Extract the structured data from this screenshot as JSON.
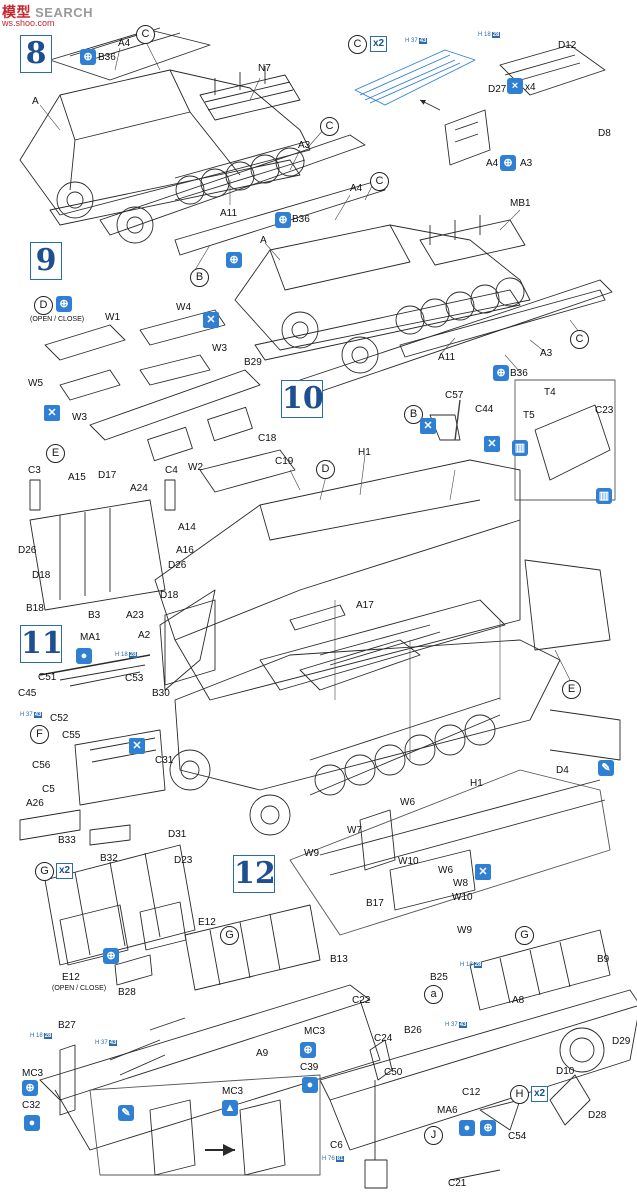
{
  "watermark": {
    "cn": "模型",
    "text": "SEARCH",
    "url": "ws.shoo.com"
  },
  "steps": [
    "8",
    "9",
    "10",
    "11",
    "12"
  ],
  "labels": {
    "s8": [
      "A4",
      "C",
      "B36",
      "N7",
      "A",
      "C",
      "A3",
      "A11",
      "B36",
      "B"
    ],
    "s8_sub": [
      "C",
      "x2",
      "H 37",
      "H 18",
      "D12",
      "D27",
      "x4",
      "D8",
      "A4",
      "A3"
    ],
    "s9": [
      "C",
      "A4",
      "A",
      "MB1",
      "A11",
      "A3",
      "B36",
      "C"
    ],
    "s10_left": [
      "D",
      "(OPEN / CLOSE)",
      "W1",
      "W4",
      "W5",
      "W3",
      "W3",
      "B29",
      "W2"
    ],
    "s10_mid": [
      "B",
      "C57",
      "C44",
      "T4",
      "T5",
      "C23",
      "C18",
      "C19",
      "D",
      "H1"
    ],
    "s10_lower": [
      "E",
      "C3",
      "A15",
      "D17",
      "A24",
      "C4",
      "A14",
      "D26",
      "D26",
      "A16",
      "D18",
      "D18",
      "B18",
      "B3",
      "A23",
      "A2",
      "A17",
      "E"
    ],
    "s11": [
      "MA1",
      "H 18",
      "C51",
      "C53",
      "C45",
      "H 37",
      "C52",
      "B30",
      "F",
      "C55",
      "C56",
      "C31",
      "C5",
      "A26",
      "B33",
      "B32"
    ],
    "s11_g": [
      "G",
      "x2",
      "D31",
      "D23",
      "E12",
      "E12",
      "(OPEN / CLOSE)"
    ],
    "s12": [
      "D4",
      "H1",
      "W6",
      "W7",
      "W9",
      "W10",
      "W6",
      "W8",
      "B17",
      "W10",
      "W9"
    ],
    "bottom": [
      "G",
      "B13",
      "a",
      "G",
      "B9",
      "B28",
      "C22",
      "B25",
      "H 18",
      "A8",
      "B27",
      "H 18",
      "H 37",
      "A9",
      "MC3",
      "C24",
      "B26",
      "H 37",
      "D29",
      "MC3",
      "C39",
      "C50",
      "D10",
      "C32",
      "MC3",
      "C12",
      "MA6",
      "x2",
      "H",
      "D28",
      "J",
      "C54",
      "C6",
      "H 76",
      "C21"
    ]
  },
  "colors": {
    "accent": "#2f7fd3",
    "line": "#2a2a2a",
    "step": "#1d4f91"
  }
}
